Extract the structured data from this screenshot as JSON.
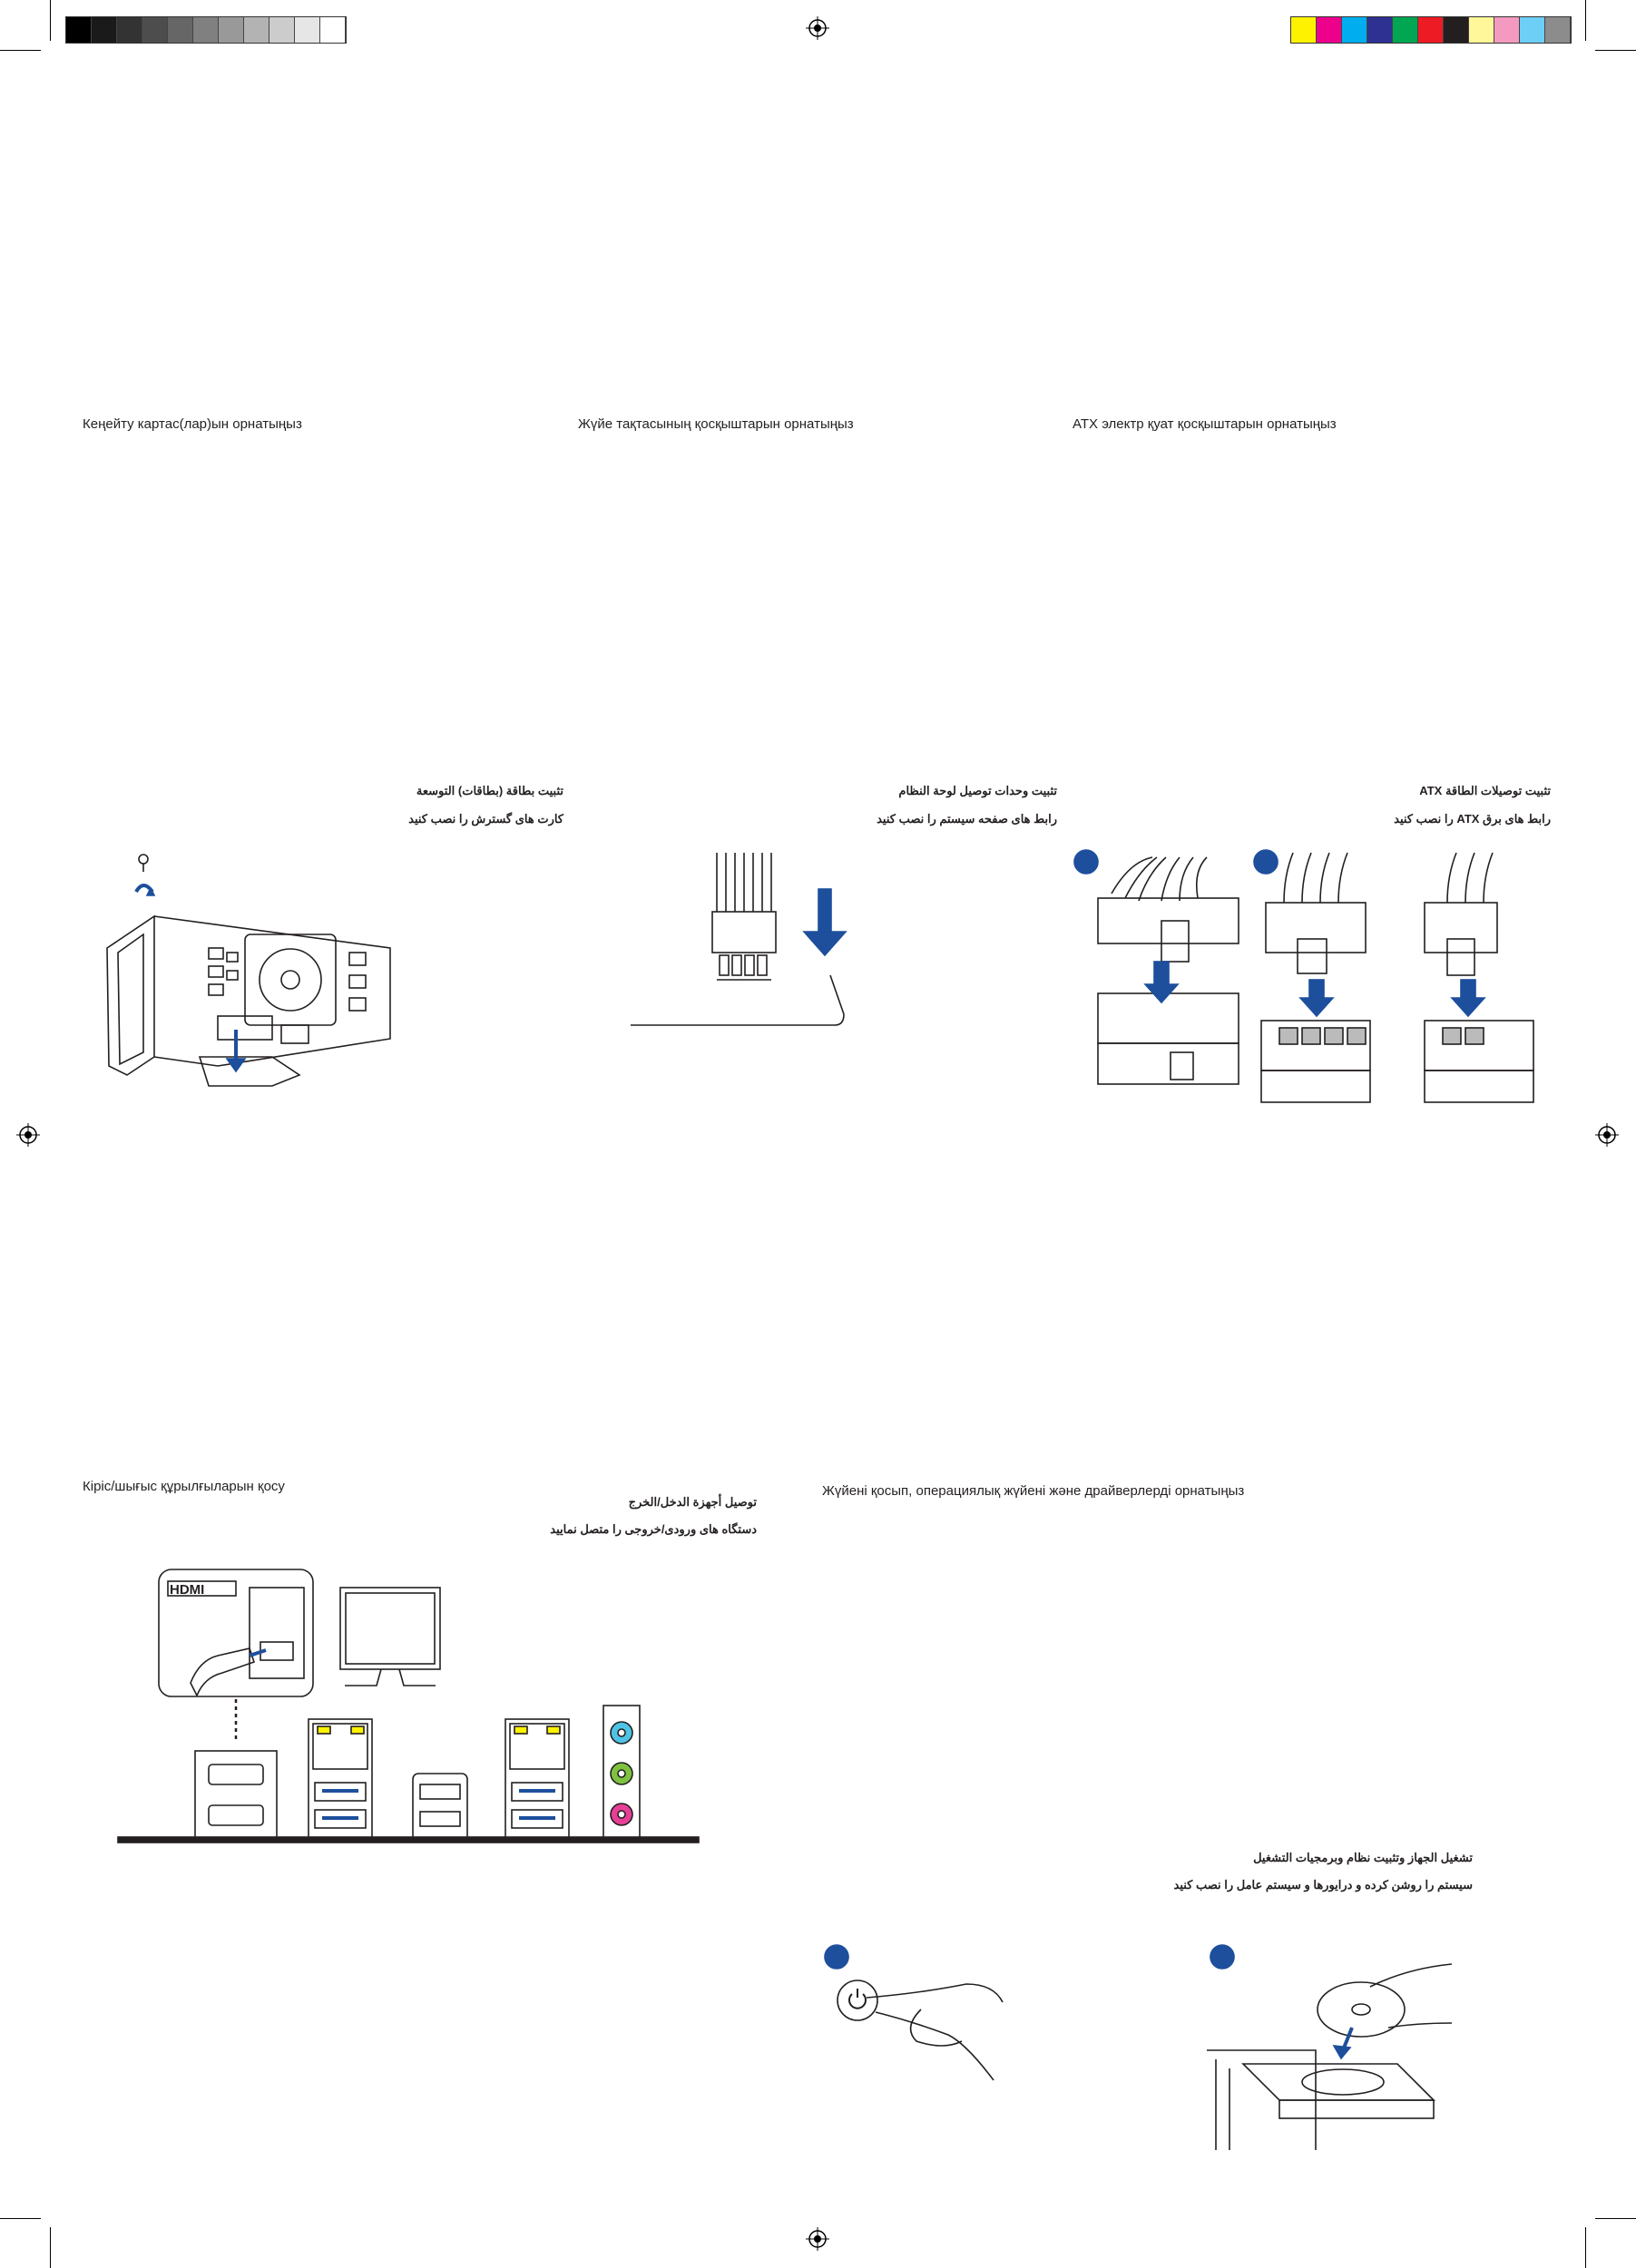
{
  "print_marks": {
    "gray_steps": [
      "#000000",
      "#1a1a1a",
      "#333333",
      "#4d4d4d",
      "#666666",
      "#808080",
      "#999999",
      "#b3b3b3",
      "#cccccc",
      "#e6e6e6",
      "#ffffff"
    ],
    "color_steps": [
      "#fff200",
      "#ec008c",
      "#00aeef",
      "#2e3192",
      "#00a651",
      "#ed1c24",
      "#231f20",
      "#fff799",
      "#f49ac1",
      "#6dcff6",
      "#8c8c8c"
    ]
  },
  "sections": {
    "expansion": {
      "heading": "Кеңейту картас(лар)ын орнатыңыз",
      "rtl_title": "تثبيت بطاقة (بطاقات) التوسعة",
      "rtl_sub": "کارت های گسترش را نصب کنید"
    },
    "panel": {
      "heading": "Жүйе тақтасының қосқыштарын орнатыңыз",
      "rtl_title": "تثبيت وحدات توصيل لوحة النظام",
      "rtl_sub": "رابط های صفحه سیستم را نصب کنید"
    },
    "atx": {
      "heading": "ATX электр қуат қосқыштарын орнатыңыз",
      "rtl_title": "تثبيت توصيلات الطاقة ATX",
      "rtl_sub": "رابط های برق ATX را نصب کنید"
    },
    "io": {
      "heading": "Кіріс/шығыс құрылғыларын қосу",
      "rtl_title": "توصيل أجهزة الدخل/الخرج",
      "rtl_sub": "دستگاه های ورودی/خروجی را متصل نمایید",
      "hdmi_logo": "HDMI"
    },
    "system": {
      "heading": "Жүйені қосып, операциялық жүйені және драйверлерді орнатыңыз",
      "rtl_title": "تشغيل الجهاز وتثبيت نظام وبرمجيات التشغيل",
      "rtl_sub": "سیستم را روشن کرده و درایورها و سیستم عامل را نصب کنید"
    }
  },
  "colors": {
    "accent_blue": "#1d4f9c",
    "ink": "#231f20"
  }
}
